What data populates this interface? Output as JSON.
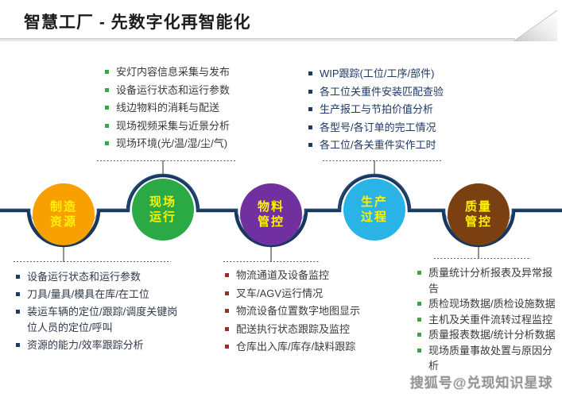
{
  "header": {
    "title": "智慧工厂 - 先数字化再智能化"
  },
  "stages": [
    {
      "name": "制造资源",
      "line1": "制造",
      "line2": "资源",
      "color": "#F7A000"
    },
    {
      "name": "现场运行",
      "line1": "现场",
      "line2": "运行",
      "color": "#2AA945"
    },
    {
      "name": "物料管控",
      "line1": "物料",
      "line2": "管控",
      "color": "#7030A0"
    },
    {
      "name": "生产过程",
      "line1": "生产",
      "line2": "过程",
      "color": "#29B3E6"
    },
    {
      "name": "质量管控",
      "line1": "质量",
      "line2": "管控",
      "color": "#7B4012"
    }
  ],
  "callouts": {
    "top_left": {
      "linked_stage": "现场运行",
      "items": [
        "安灯内容信息采集与发布",
        "设备运行状态和运行参数",
        "线边物料的消耗与配送",
        "现场视频采集与近景分析",
        "现场环境(光/温/湿/尘/气)"
      ]
    },
    "top_right": {
      "linked_stage": "生产过程",
      "items": [
        "WIP跟踪(工位/工序/部件)",
        "各工位关重件安装匹配查验",
        "生产报工与节拍价值分析",
        "各型号/各订单的完工情况",
        "各工位/各关重件实作工时"
      ]
    },
    "bottom_left": {
      "linked_stage": "制造资源",
      "items": [
        "设备运行状态和运行参数",
        "刀具/量具/模具在库/在工位",
        "装运车辆的定位/跟踪/调度关键岗位人员的定位/呼叫",
        "资源的能力/效率跟踪分析"
      ]
    },
    "bottom_middle": {
      "linked_stage": "物料管控",
      "items": [
        "物流通道及设备监控",
        "叉车/AGV运行情况",
        "物流设备位置数字地图显示",
        "配送执行状态跟踪及监控",
        "仓库出入库/库存/缺料跟踪"
      ]
    },
    "bottom_right": {
      "linked_stage": "质量管控",
      "items": [
        "质量统计分析报表及异常报告",
        "质检现场数据/质检设施数据",
        "主机及关重件流转过程监控",
        "质量报表数据/统计分析数据",
        "现场质量事故处置与原因分析"
      ]
    }
  },
  "watermark": "搜狐号@兑现知识星球",
  "colors": {
    "connector": "#17375E",
    "circle_text": "#FFF200",
    "bullet_top_left": "#3AA648",
    "bullet_top_right": "#1F3864",
    "bullet_bottom_left": "#1F3864",
    "bullet_bottom_middle": "#A02B2B",
    "bullet_bottom_right": "#3AA648"
  }
}
